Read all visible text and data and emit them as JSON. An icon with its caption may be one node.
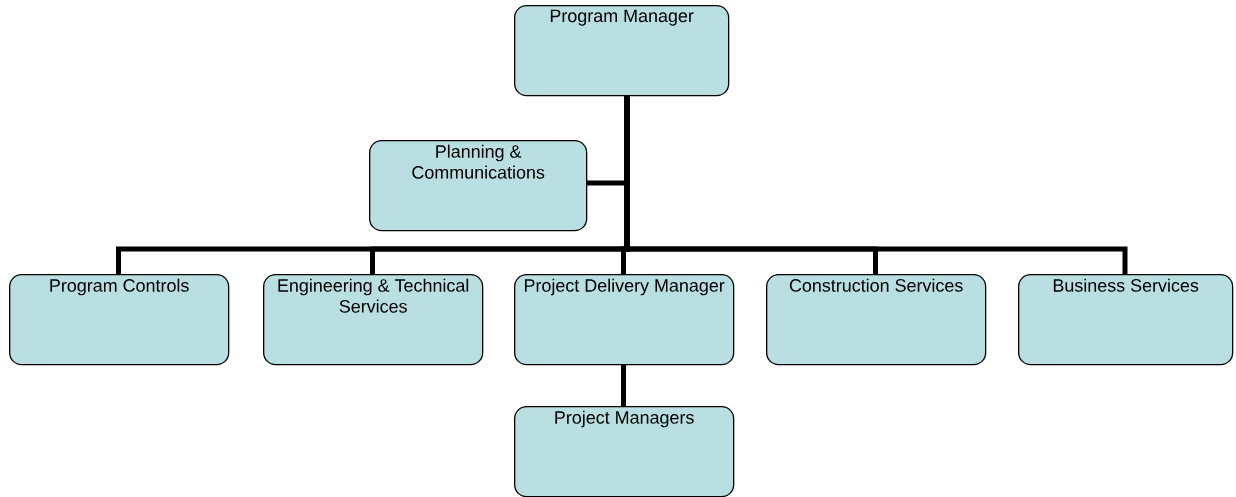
{
  "diagram": {
    "nodes": [
      {
        "text": [
          "Program Manager"
        ]
      },
      {
        "text": [
          "Planning & Communications"
        ]
      },
      {
        "text": [
          "Program Controls"
        ]
      },
      {
        "text": [
          "Engineering & Technical Services"
        ]
      },
      {
        "text": [
          "Project Delivery Manager"
        ]
      },
      {
        "text": [
          "Construction Services"
        ]
      },
      {
        "text": [
          "Business Services"
        ]
      },
      {
        "text": [
          "Project Managers"
        ]
      }
    ],
    "edges": [
      {
        "from": 0,
        "to": 1,
        "arrow": "none"
      },
      {
        "from": 0,
        "to": 2,
        "arrow": "none"
      },
      {
        "from": 0,
        "to": 3,
        "arrow": "none"
      },
      {
        "from": 0,
        "to": 4,
        "arrow": "none"
      },
      {
        "from": 0,
        "to": 5,
        "arrow": "none"
      },
      {
        "from": 0,
        "to": 6,
        "arrow": "none"
      },
      {
        "from": 4,
        "to": 7,
        "arrow": "none"
      }
    ]
  }
}
